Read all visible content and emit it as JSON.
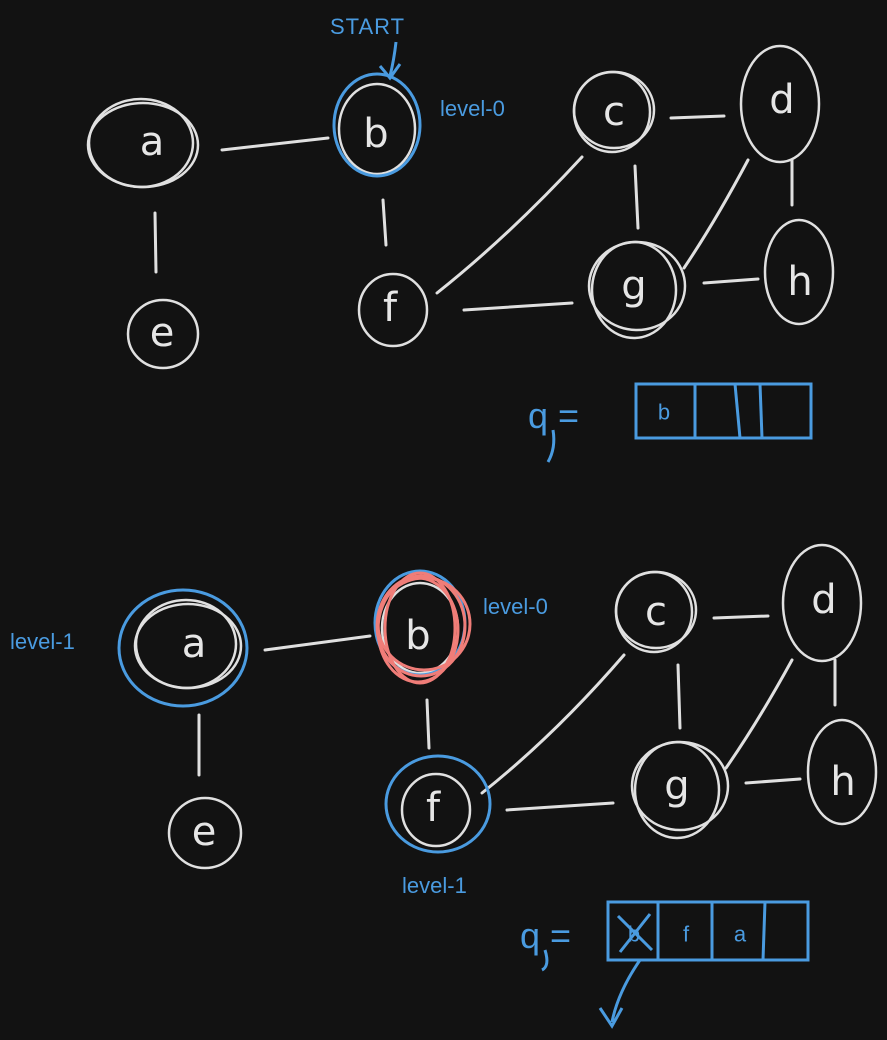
{
  "colors": {
    "background": "#121212",
    "stroke": "#e0e0e0",
    "accent_blue": "#4a9be0",
    "visited_red": "#f07d78"
  },
  "top": {
    "start_label": "START",
    "level_b": "level-0",
    "nodes": {
      "a": "a",
      "b": "b",
      "c": "c",
      "d": "d",
      "e": "e",
      "f": "f",
      "g": "g",
      "h": "h"
    },
    "queue_label": "q =",
    "queue": [
      "b",
      "",
      ""
    ]
  },
  "bottom": {
    "level_a": "level-1",
    "level_b": "level-0",
    "level_f": "level-1",
    "nodes": {
      "a": "a",
      "b": "b",
      "c": "c",
      "d": "d",
      "e": "e",
      "f": "f",
      "g": "g",
      "h": "h"
    },
    "queue_label": "q =",
    "queue": [
      "b",
      "f",
      "a",
      ""
    ]
  }
}
